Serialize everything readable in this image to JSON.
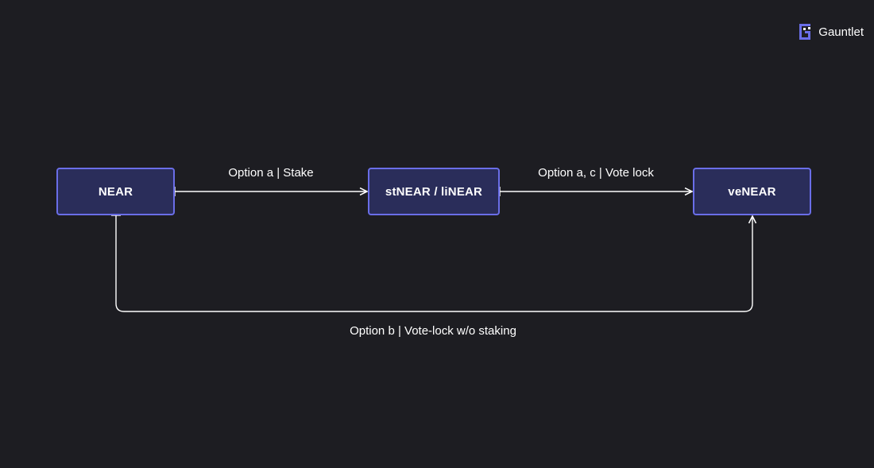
{
  "brand": {
    "name": "Gauntlet",
    "icon": "gauntlet-logo-icon",
    "accent": "#6a6ee8"
  },
  "nodes": {
    "near": "NEAR",
    "staked": "stNEAR / liNEAR",
    "vote_locked": "veNEAR"
  },
  "edges": {
    "option_a": "Option a | Stake",
    "option_ac": "Option a, c | Vote lock",
    "option_b": "Option b | Vote-lock w/o staking"
  },
  "colors": {
    "background": "#1d1d22",
    "node_fill": "#2a2d5a",
    "node_border": "#6a6ee8",
    "connector": "#ffffff"
  }
}
